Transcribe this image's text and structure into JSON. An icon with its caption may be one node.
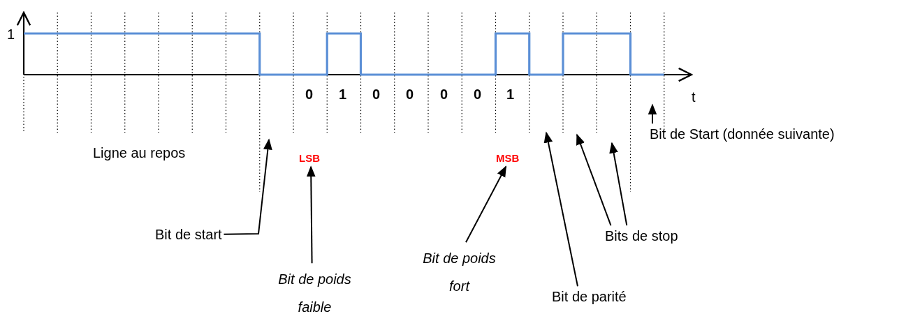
{
  "diagram": {
    "nodes": [
      {
        "text": [
          "Bit de start"
        ]
      },
      {
        "text": [
          "Bit de poids faible"
        ]
      },
      {
        "text": [
          "LSB"
        ]
      },
      {
        "text": [
          "Bit de poids fort"
        ]
      },
      {
        "text": [
          "MSB"
        ]
      },
      {
        "text": [
          "Bit de parité"
        ]
      },
      {
        "text": [
          "Bits de stop"
        ]
      },
      {
        "text": [
          "Bit de Start (donnée suivante)"
        ]
      }
    ],
    "edges": [
      {
        "from": 0,
        "to": null,
        "arrow": "to"
      },
      {
        "from": 1,
        "to": 2,
        "arrow": "to"
      },
      {
        "from": 3,
        "to": 4,
        "arrow": "to"
      },
      {
        "from": 5,
        "to": null,
        "arrow": "to"
      },
      {
        "from": 6,
        "to": null,
        "arrow": "to"
      },
      {
        "from": 6,
        "to": null,
        "arrow": "to"
      },
      {
        "from": 7,
        "to": null,
        "arrow": "to"
      }
    ],
    "labels": [
      "1",
      "0",
      "1",
      "0",
      "0",
      "0",
      "0",
      "1",
      "t",
      "Ligne au repos"
    ]
  }
}
